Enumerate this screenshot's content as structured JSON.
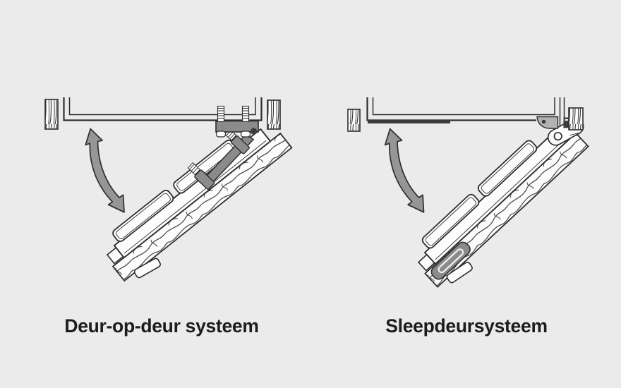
{
  "colors": {
    "background": "#ebebeb",
    "line": "#2e2e2e",
    "arrow": "#969696",
    "hardware": "#8b8b8b",
    "panel": "#fcfcfc",
    "dark_part": "#3c3c3c",
    "corner_piece": "#b2b2b2",
    "rail_slot": "#f0f0f0",
    "text": "#1c1c1c"
  },
  "diagrams": [
    {
      "id": "deur-op-deur",
      "label": "Deur-op-deur systeem"
    },
    {
      "id": "sleepdeur",
      "label": "Sleepdeursysteem"
    }
  ]
}
